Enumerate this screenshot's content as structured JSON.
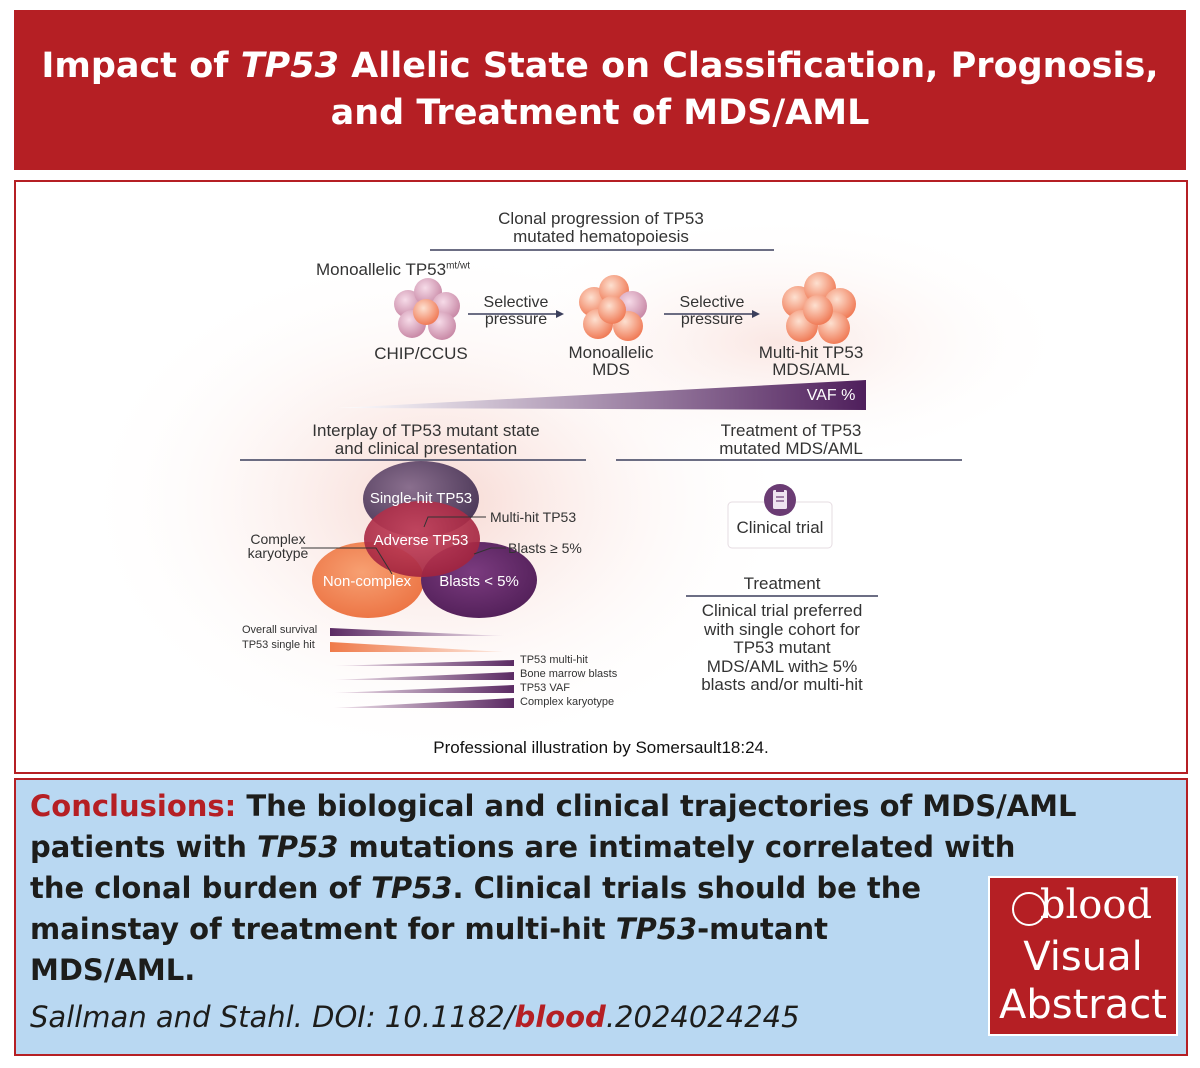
{
  "header": {
    "title_pre": "Impact of ",
    "title_gene": "TP53",
    "title_post": " Allelic State on Classification, Prognosis,",
    "title_line2": "and Treatment of MDS/AML"
  },
  "figure": {
    "progression_heading_1": "Clonal progression of TP53",
    "progression_heading_2": "mutated hematopoiesis",
    "monoallelic_label": "Monoallelic TP53",
    "monoallelic_sup": "mt/wt",
    "stage_1": "CHIP/CCUS",
    "stage_2_line1": "Monoallelic",
    "stage_2_line2": "MDS",
    "stage_3_line1": "Multi-hit TP53",
    "stage_3_line2": "MDS/AML",
    "arrow_1_line1": "Selective",
    "arrow_1_line2": "pressure",
    "arrow_2_line1": "Selective",
    "arrow_2_line2": "pressure",
    "vaf_label": "VAF %",
    "interplay_heading_1": "Interplay of TP53 mutant state",
    "interplay_heading_2": "and clinical presentation",
    "treatment_heading_1": "Treatment of TP53",
    "treatment_heading_2": "mutated MDS/AML",
    "ellipse_single_hit": "Single-hit TP53",
    "ellipse_adverse": "Adverse TP53",
    "ellipse_non_complex": "Non-complex",
    "ellipse_blasts_lt": "Blasts < 5%",
    "callout_multi_hit": "Multi-hit TP53",
    "callout_blasts_ge": "Blasts ≥ 5%",
    "callout_complex_1": "Complex",
    "callout_complex_2": "karyotype",
    "wedge_overall_survival": "Overall survival",
    "wedge_single_hit": "TP53 single hit",
    "wedge_multi_hit": "TP53 multi-hit",
    "wedge_bone_marrow": "Bone marrow blasts",
    "wedge_vaf": "TP53 VAF",
    "wedge_complex": "Complex karyotype",
    "clinical_trial": "Clinical trial",
    "treatment_label": "Treatment",
    "treatment_text_1": "Clinical trial preferred",
    "treatment_text_2": "with single cohort for",
    "treatment_text_3": "TP53 mutant",
    "treatment_text_4": "MDS/AML with≥ 5%",
    "treatment_text_5": "blasts and/or multi-hit",
    "credit": "Professional illustration by Somersault18:24."
  },
  "conclusion": {
    "heading": "Conclusions:",
    "text_1": " The biological and clinical trajectories of MDS/AML",
    "text_2a": "patients with ",
    "text_2b": "TP53",
    "text_2c": " mutations are intimately correlated with",
    "text_3a": "the clonal burden of ",
    "text_3b": "TP53",
    "text_3c": ". Clinical trials should be the",
    "text_4a": "mainstay of treatment for multi-hit ",
    "text_4b": "TP53",
    "text_4c": "-mutant",
    "text_5": "MDS/AML.",
    "citation_pre": "Sallman and Stahl. DOI: 10.1182/",
    "citation_journal": "blood",
    "citation_post": ".2024024245"
  },
  "logo": {
    "journal": "blood",
    "line2": "Visual",
    "line3": "Abstract"
  },
  "colors": {
    "brand_red": "#b51f24",
    "conclusion_bg": "#b9d8f2",
    "purple": "#5b2a63",
    "orange": "#ef7a4a"
  }
}
